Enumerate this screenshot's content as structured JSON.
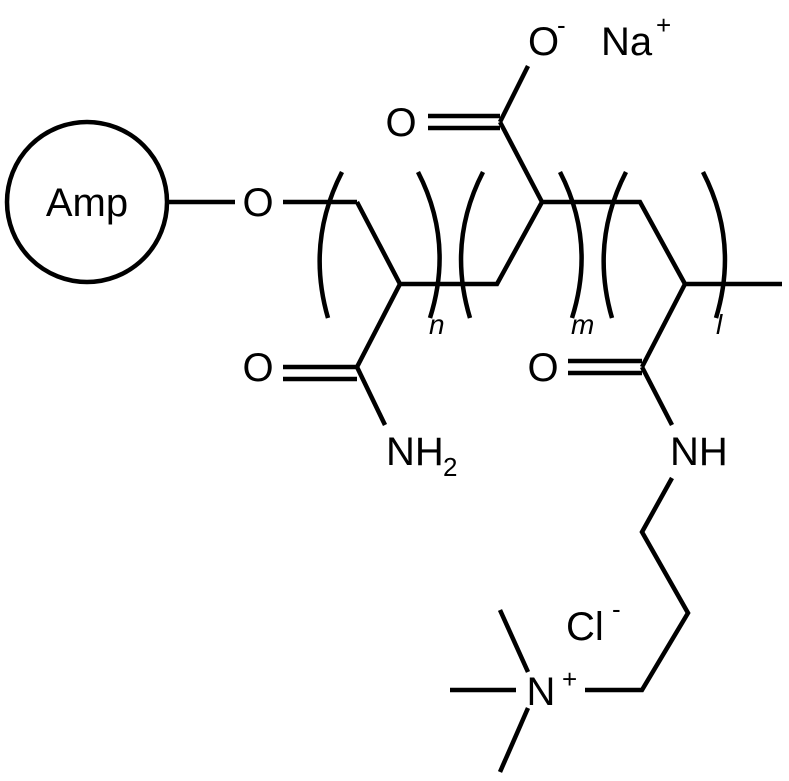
{
  "support": {
    "label": "Amp"
  },
  "atoms": {
    "ether_o": "O",
    "carboxylate_o": "O",
    "carboxylate_charge": "-",
    "carbonyl_o_acid": "O",
    "counterion_na": "Na",
    "counterion_na_charge": "+",
    "amide1_o": "O",
    "amide1_n": "NH",
    "amide1_h_count": "2",
    "amide2_o": "O",
    "amide2_nh": "NH",
    "ammonium_n": "N",
    "ammonium_charge": "+",
    "counterion_cl": "Cl",
    "counterion_cl_charge": "-"
  },
  "repeat_units": [
    {
      "index": "n"
    },
    {
      "index": "m"
    },
    {
      "index": "l"
    }
  ]
}
